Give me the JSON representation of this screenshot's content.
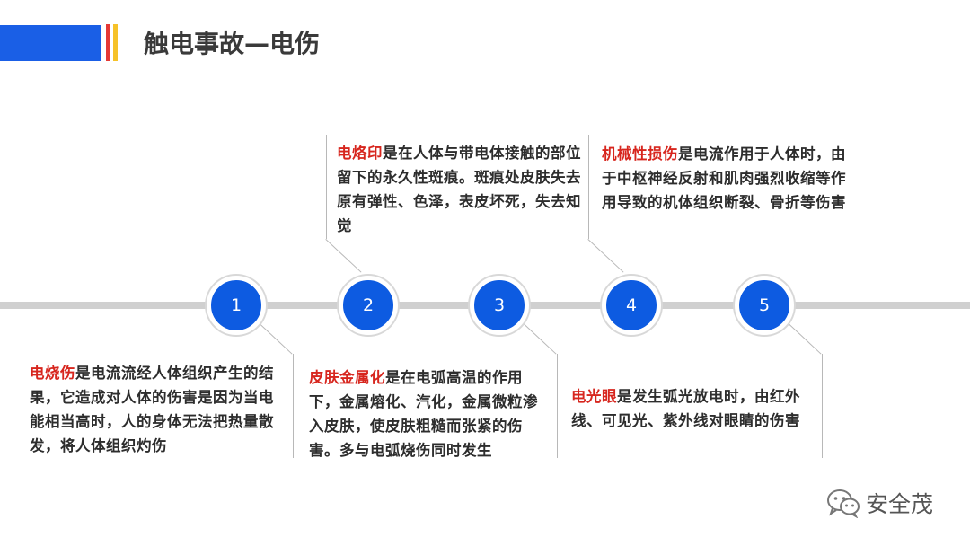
{
  "header": {
    "title": "触电事故—电伤",
    "accent_blue": "#1a5fe6",
    "accent_red": "#e53935",
    "accent_yellow": "#f6c229"
  },
  "timeline": {
    "node_color": "#0d5be1",
    "nodes": [
      "1",
      "2",
      "3",
      "4",
      "5"
    ]
  },
  "items": [
    {
      "keyword": "电烧伤",
      "text": "是电流流经人体组织产生的结果，它造成对人体的伤害是因为当电能相当高时，人的身体无法把热量散发，将人体组织灼伤"
    },
    {
      "keyword": "电烙印",
      "text": "是在人体与带电体接触的部位留下的永久性斑痕。斑痕处皮肤失去原有弹性、色泽，表皮坏死，失去知觉"
    },
    {
      "keyword": "皮肤金属化",
      "text": "是在电弧高温的作用下，金属熔化、汽化，金属微粒渗入皮肤，使皮肤粗糙而张紧的伤害。多与电弧烧伤同时发生"
    },
    {
      "keyword": "机械性损伤",
      "text": "是电流作用于人体时，由于中枢神经反射和肌肉强烈收缩等作用导致的机体组织断裂、骨折等伤害"
    },
    {
      "keyword": "电光眼",
      "text": "是发生弧光放电时，由红外线、可见光、紫外线对眼睛的伤害"
    }
  ],
  "keyword_color": "#d7261e",
  "watermark": {
    "icon": "wechat-icon",
    "text": "安全茂"
  }
}
